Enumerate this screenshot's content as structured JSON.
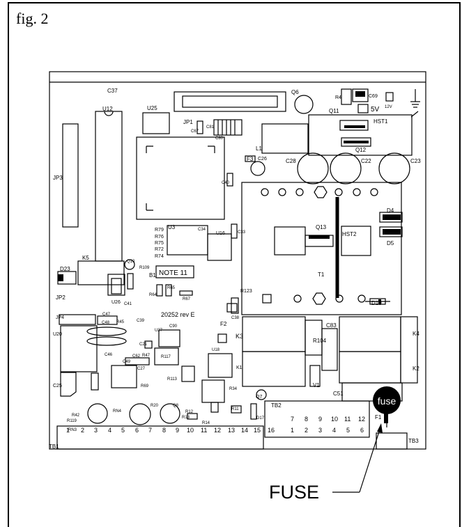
{
  "figure": {
    "title": "fig. 2"
  },
  "callout": {
    "caption": "FUSE",
    "badge": "fuse"
  },
  "labels": {
    "c37": "C37",
    "u12": "U12",
    "u25": "U25",
    "jp1": "JP1",
    "c81": "C81",
    "c67": "C67",
    "c80": "C80",
    "q6": "Q6",
    "r4": "R4",
    "c69": "C69",
    "lbl12v": "12V",
    "q11": "Q11",
    "lbl5v": "5V",
    "hst1": "HST1",
    "l1": "L1",
    "q12": "Q12",
    "f3": "F3",
    "c26": "C26",
    "c28": "C28",
    "c22": "C22",
    "c23": "C23",
    "c40": "C40",
    "jp3": "JP3",
    "d4": "D4",
    "d5": "D5",
    "r79": "R79",
    "r76": "R76",
    "r75": "R75",
    "r72": "R72",
    "r74": "R74",
    "u3": "U3",
    "c34": "C34",
    "u16": "U16",
    "c33": "C33",
    "q13": "Q13",
    "hst2": "HST2",
    "t1": "T1",
    "k5": "K5",
    "q10": "Q10",
    "r109": "R109",
    "d23": "D23",
    "b1": "B1",
    "note": "NOTE 11",
    "r64": "R64",
    "r65": "R65",
    "r67": "R67",
    "c41": "C41",
    "u26": "U26",
    "jp2": "JP2",
    "r123": "R123",
    "d19": "D19",
    "jp4": "JP4",
    "c47": "C47",
    "c48": "C48",
    "r45": "R45",
    "c39": "C39",
    "rev": "20252 rev E",
    "c38": "C38",
    "f2": "F2",
    "k3": "K3",
    "u20": "U20",
    "u27": "U27",
    "c90": "C90",
    "c21": "C21",
    "c62": "C62",
    "c46": "C46",
    "c49": "C49",
    "c27": "C27",
    "r47": "R47",
    "r117": "R117",
    "r104": "R104",
    "c83": "C83",
    "k4": "K4",
    "k2": "K2",
    "k1": "K1",
    "c25": "C25",
    "r69": "R69",
    "r113": "R113",
    "v1": "V1",
    "c51": "C51",
    "q7": "Q7",
    "tb2": "TB2",
    "d17": "D17",
    "f1": "F1",
    "r42": "R42",
    "r119": "R119",
    "rn3": "RN3",
    "rn4": "RN4",
    "r20": "R20",
    "q8": "Q8",
    "r12": "R12",
    "r13": "R13",
    "r14": "R14",
    "r11": "R11",
    "r34": "R34",
    "tb1": "TB1",
    "tb3": "TB3",
    "u18": "U18"
  },
  "tb1_pins": [
    "1",
    "2",
    "3",
    "4",
    "5",
    "6",
    "7",
    "8",
    "9",
    "10",
    "11",
    "12",
    "13",
    "14",
    "15",
    "16"
  ],
  "tb2_top": [
    "7",
    "8",
    "9",
    "10",
    "11",
    "12"
  ],
  "tb2_bottom": [
    "1",
    "2",
    "3",
    "4",
    "5",
    "6"
  ]
}
